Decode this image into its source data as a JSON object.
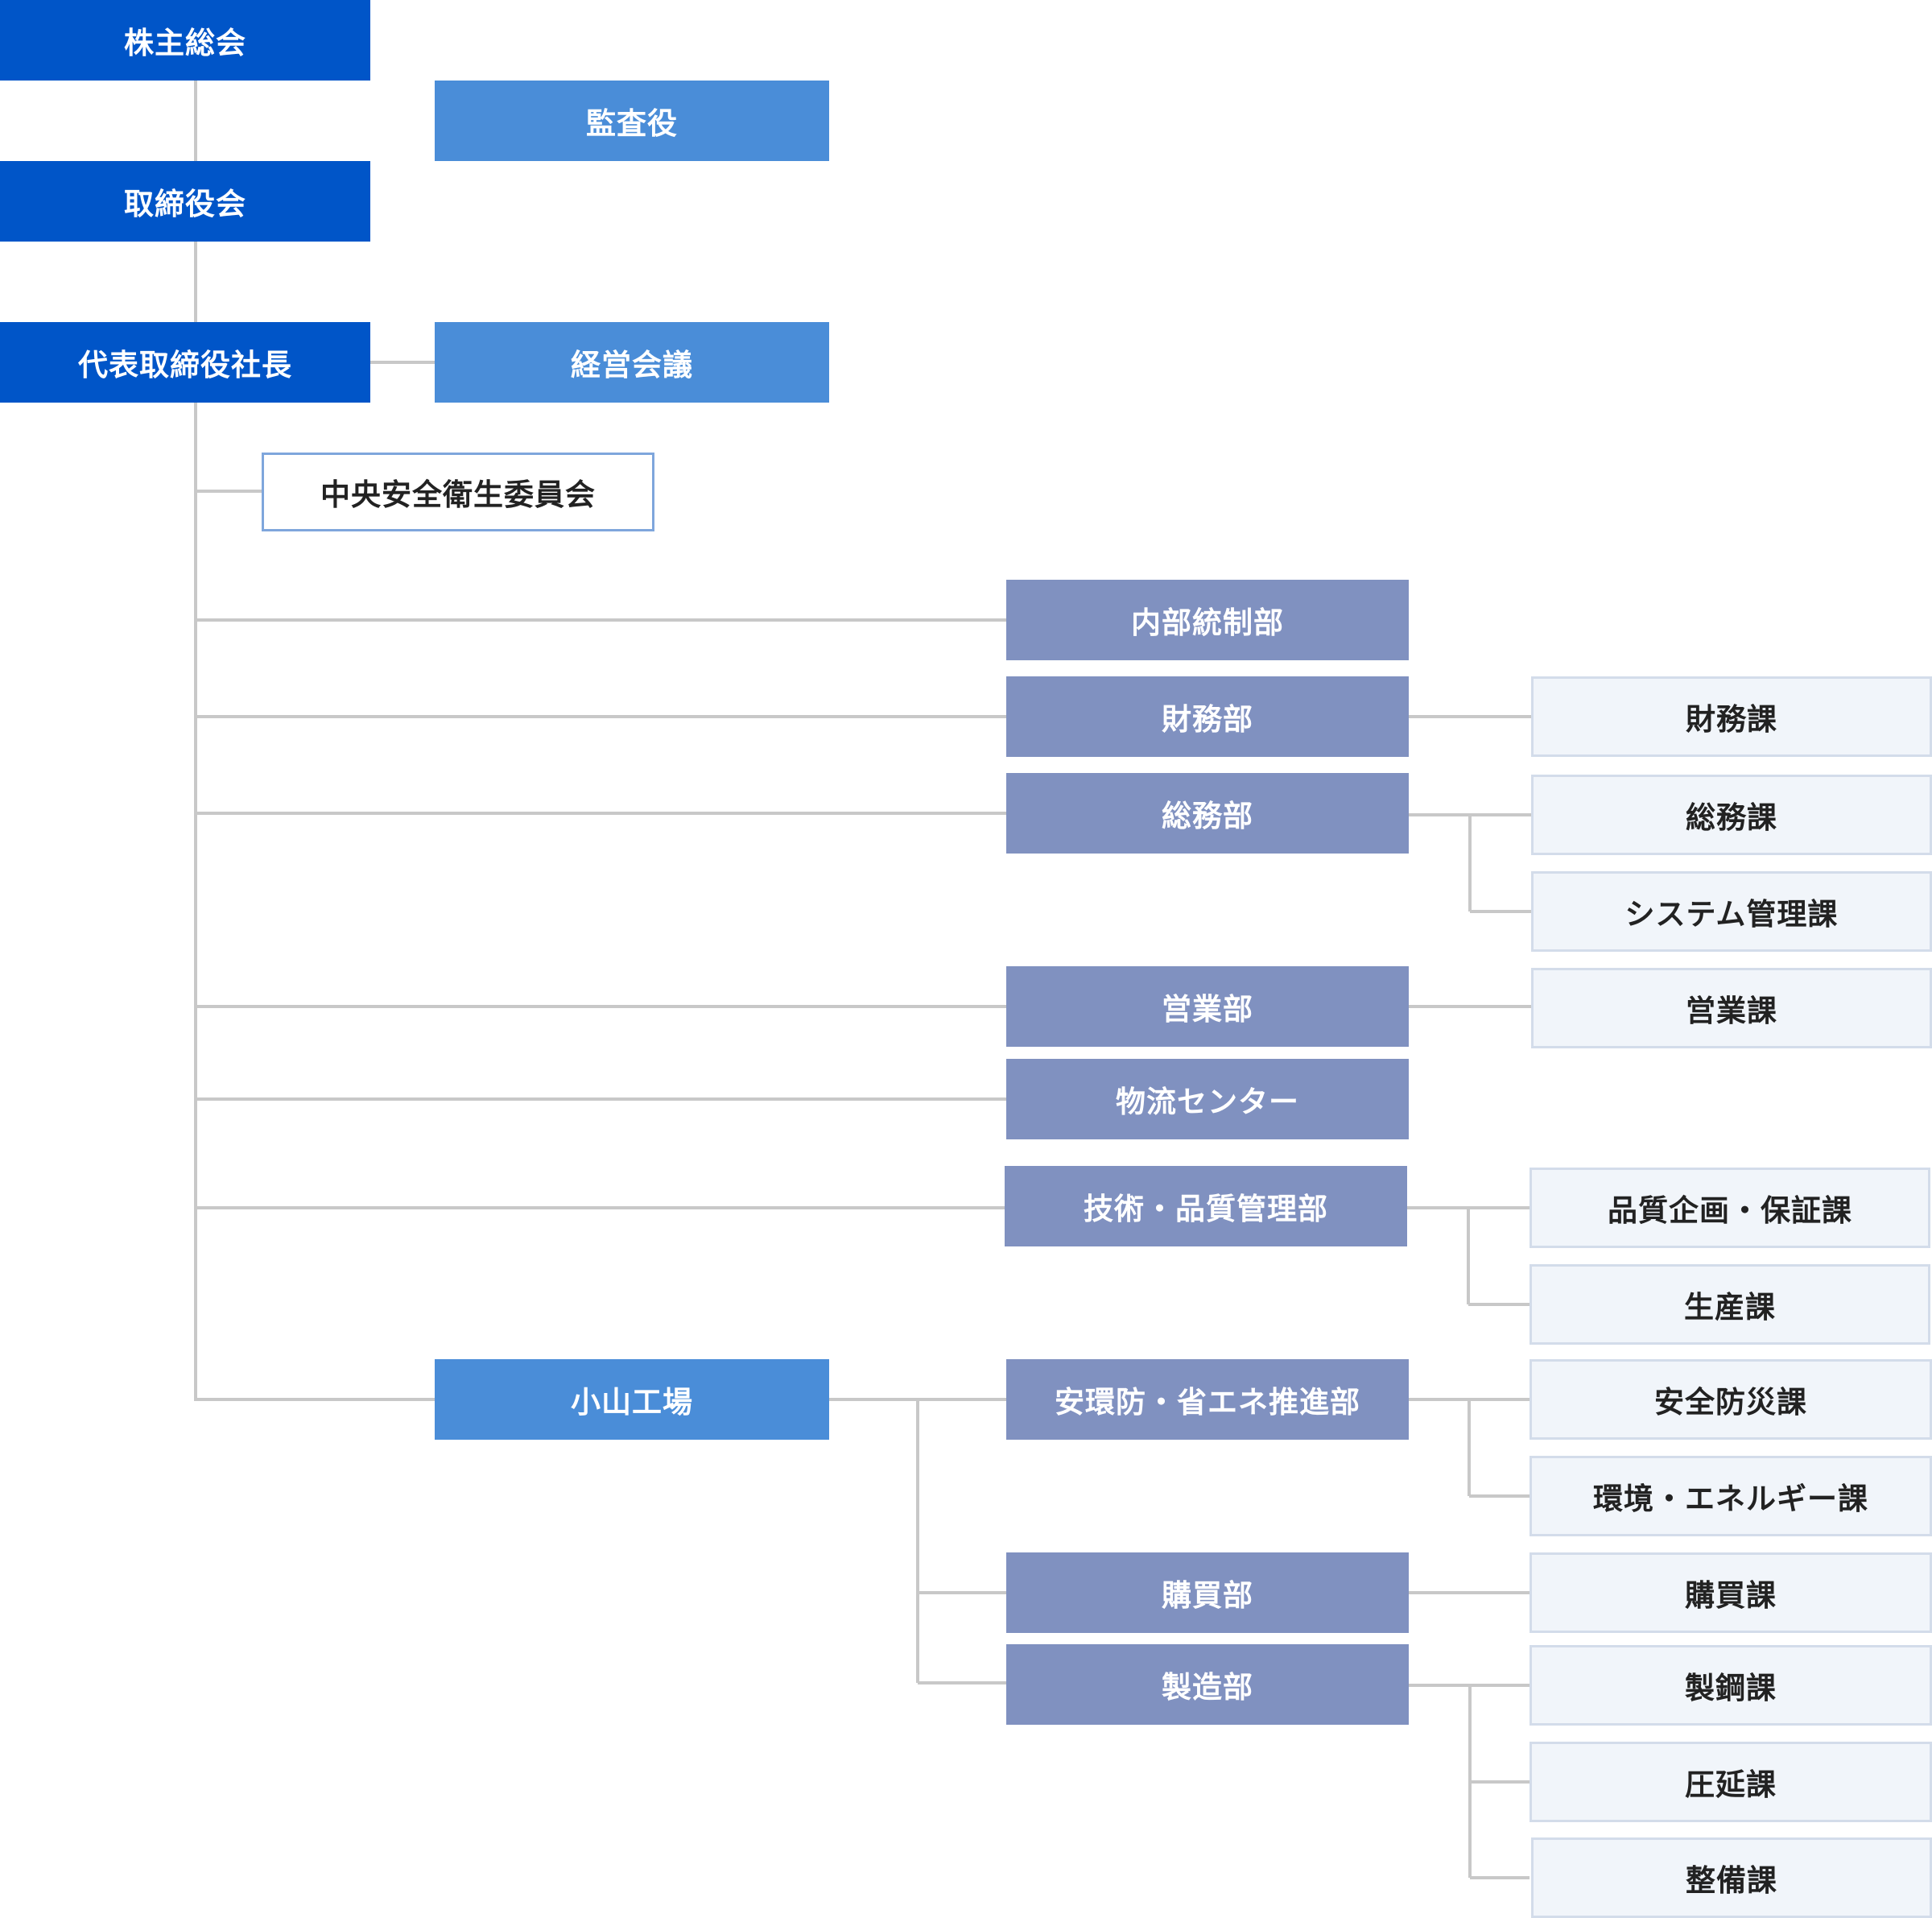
{
  "executive": {
    "shareholders_meeting": "株主総会",
    "auditor": "監査役",
    "board": "取締役会",
    "president": "代表取締役社長",
    "management_meeting": "経営会議",
    "safety_committee": "中央安全衛生委員会"
  },
  "departments": {
    "internal_control": "内部統制部",
    "finance": "財務部",
    "general_affairs": "総務部",
    "sales": "営業部",
    "logistics": "物流センター",
    "tech_quality": "技術・品質管理部"
  },
  "sections": {
    "finance": "財務課",
    "general_affairs": "総務課",
    "system_management": "システム管理課",
    "sales": "営業課",
    "quality_planning": "品質企画・保証課",
    "production": "生産課"
  },
  "plant": {
    "name": "小山工場",
    "safety_env_dept": "安環防・省エネ推進部",
    "purchasing_dept": "購買部",
    "manufacturing_dept": "製造部",
    "sections": {
      "safety_disaster": "安全防災課",
      "environment_energy": "環境・エネルギー課",
      "purchasing": "購買課",
      "steelmaking": "製鋼課",
      "rolling": "圧延課",
      "maintenance": "整備課"
    }
  },
  "colors": {
    "executive": "#0055C8",
    "light": "#4A8DD8",
    "department": "#8091C0",
    "section_bg": "#F1F5FA",
    "connector": "#C8C8C8"
  }
}
